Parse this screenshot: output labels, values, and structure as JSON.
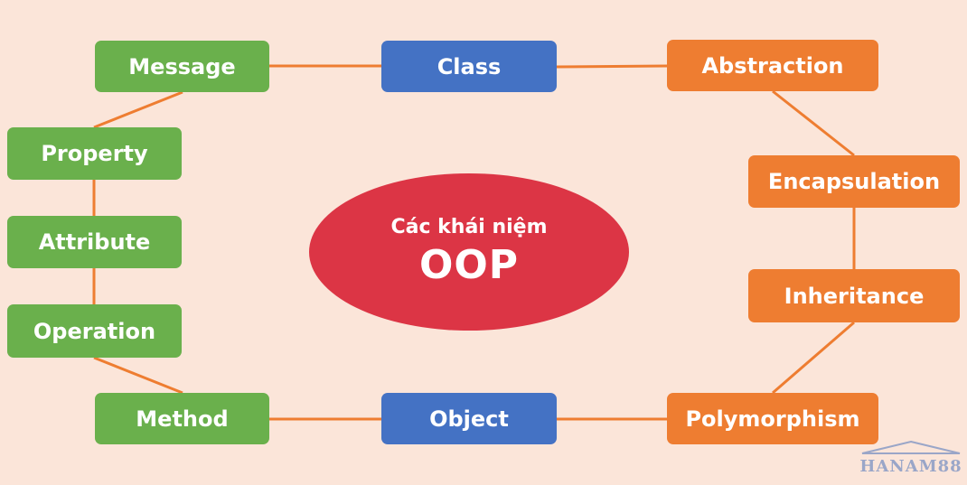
{
  "center": {
    "subtitle": "Các khái niệm",
    "title": "OOP"
  },
  "nodes": {
    "message": "Message",
    "class": "Class",
    "abstraction": "Abstraction",
    "property": "Property",
    "attribute": "Attribute",
    "operation": "Operation",
    "method": "Method",
    "object": "Object",
    "encapsulation": "Encapsulation",
    "inheritance": "Inheritance",
    "polymorphism": "Polymorphism"
  },
  "colors": {
    "background": "#fbe5d9",
    "green": "#6ab04c",
    "blue": "#4472c4",
    "orange": "#ee7d31",
    "center": "#dc3545",
    "connector": "#ee7d31"
  },
  "watermark": "HANAM88"
}
